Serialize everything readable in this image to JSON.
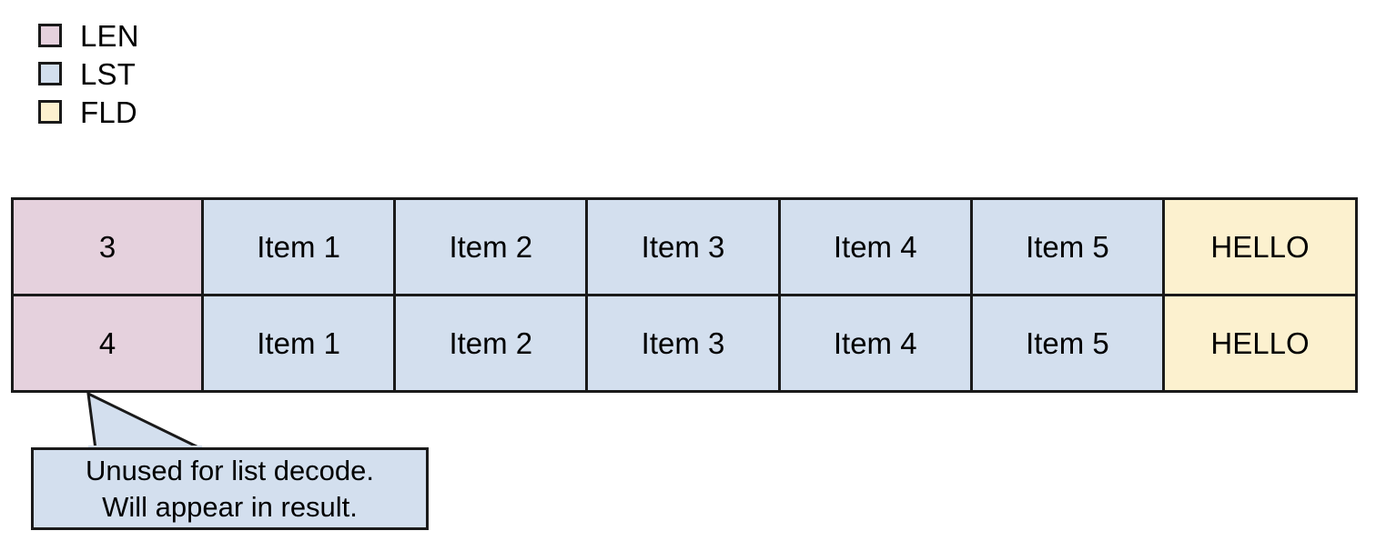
{
  "colors": {
    "len_fill": "#e5d1dd",
    "lst_fill": "#d3dfee",
    "fld_fill": "#fcf1cf",
    "stroke": "#1a1a1a",
    "background": "#ffffff",
    "text": "#000000"
  },
  "legend": {
    "items": [
      {
        "label": "LEN",
        "swatch_color": "#e5d1dd",
        "icon": "square-swatch-icon"
      },
      {
        "label": "LST",
        "swatch_color": "#d3dfee",
        "icon": "square-swatch-icon"
      },
      {
        "label": "FLD",
        "swatch_color": "#fcf1cf",
        "icon": "square-swatch-icon"
      }
    ]
  },
  "table": {
    "rows": [
      {
        "len": "3",
        "list": [
          "Item 1",
          "Item 2",
          "Item 3",
          "Item 4",
          "Item 5"
        ],
        "fld": "HELLO"
      },
      {
        "len": "4",
        "list": [
          "Item 1",
          "Item 2",
          "Item 3",
          "Item 4",
          "Item 5"
        ],
        "fld": "HELLO"
      }
    ]
  },
  "callout": {
    "line1": "Unused for list decode.",
    "line2": "Will appear in result.",
    "points_to": "len-cell-row-2"
  }
}
